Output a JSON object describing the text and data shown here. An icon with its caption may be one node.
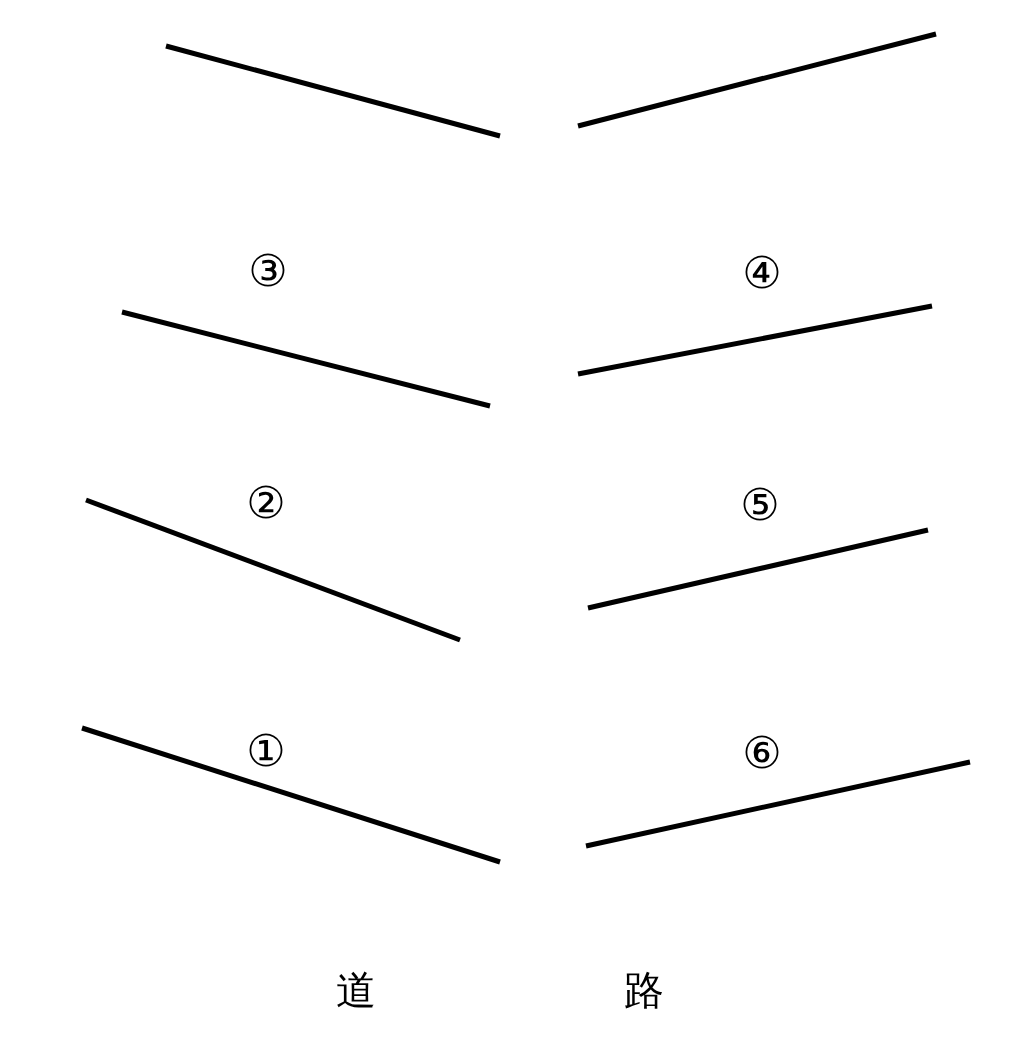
{
  "diagram": {
    "labels": [
      "③",
      "④",
      "②",
      "⑤",
      "①",
      "⑥",
      "道",
      "路"
    ]
  }
}
